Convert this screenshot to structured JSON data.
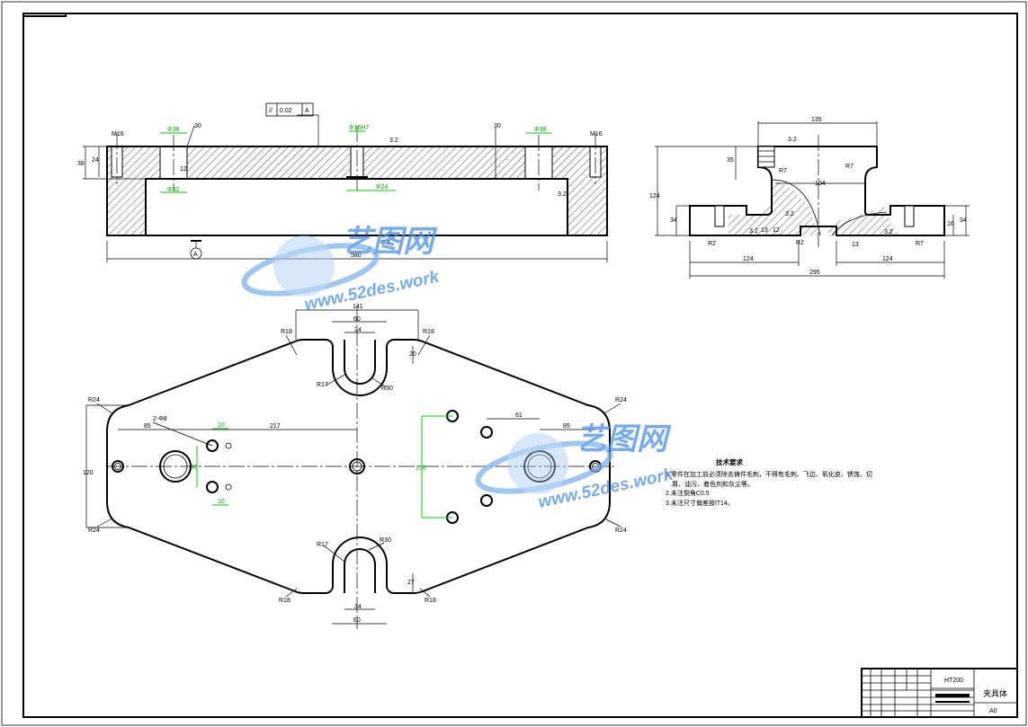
{
  "drawing": {
    "title_block": {
      "material": "HT200",
      "part_name": "夹具体",
      "sheet_size": "A0"
    },
    "notes": {
      "heading": "技术要求",
      "lines": [
        "1.零件在加工前必须除去铸件毛刺，不得有毛刺、飞边、氧化皮、锈蚀、切",
        "屑、油污、着色剂和灰尘等。",
        "2.未注倒角C0.5",
        "3.未注尺寸偏差按IT14。"
      ]
    },
    "front_view": {
      "tolerance_frame": [
        "//",
        "0.02",
        "A"
      ],
      "datum": "A",
      "dims": {
        "cbore_left": "Φ38",
        "cbore_right": "Φ38",
        "cbore_left_lower": "Φ32",
        "center_hole": "Φ16H7",
        "center_hole_lower": "Φ24",
        "thread_left": "M16",
        "thread_right": "M16",
        "height": "38",
        "inner_height": "24",
        "length": "580",
        "r30_left": "30",
        "r30_right": "30",
        "roughness_top": "3.2",
        "roughness_bottom": "3.2",
        "roughness_right": "3.2",
        "small_dim": "12"
      }
    },
    "side_view": {
      "dims": {
        "top_width": "135",
        "rough_top": "3.2",
        "height_total": "124",
        "h_upper": "35",
        "h_lower_left": "34",
        "h_lower_right": "34",
        "h_right": "16",
        "r7_left": "R7",
        "r7_mid": "R7",
        "r7_right": "R7",
        "r2_left": "R2",
        "r2_right": "R2",
        "width_inner": "104",
        "rough_a": "3.2",
        "rough_b": "3.2",
        "rough_c": "3.2",
        "d12": "12",
        "d13": "13",
        "d13b": "13",
        "w124_left": "124",
        "w124_right": "124",
        "w295": "295"
      }
    },
    "plan_view": {
      "dims": {
        "w141": "141",
        "w60_top": "60",
        "w34_top": "34",
        "r18_tl": "R18",
        "r18_tr": "R18",
        "r17_top": "R17",
        "r30_top": "R30",
        "d20_top": "20",
        "r24_tl": "R24",
        "r24_tr": "R24",
        "r24_bl": "R24",
        "r24_br": "R24",
        "holes_label": "2-Φ8",
        "d85_left": "85",
        "d217": "217",
        "d61": "61",
        "d85_right": "85",
        "d10_top": "10",
        "d10_bottom": "10",
        "d40": "40",
        "d120": "120",
        "d170": "170",
        "r17_bottom": "R17",
        "r30_bottom": "R30",
        "r18_bl": "R18",
        "r18_br": "R18",
        "d34_bottom": "34",
        "d60_bottom": "60",
        "d27": "27"
      }
    },
    "watermark": {
      "brand": "艺图网",
      "site": "www.52des.work"
    }
  }
}
